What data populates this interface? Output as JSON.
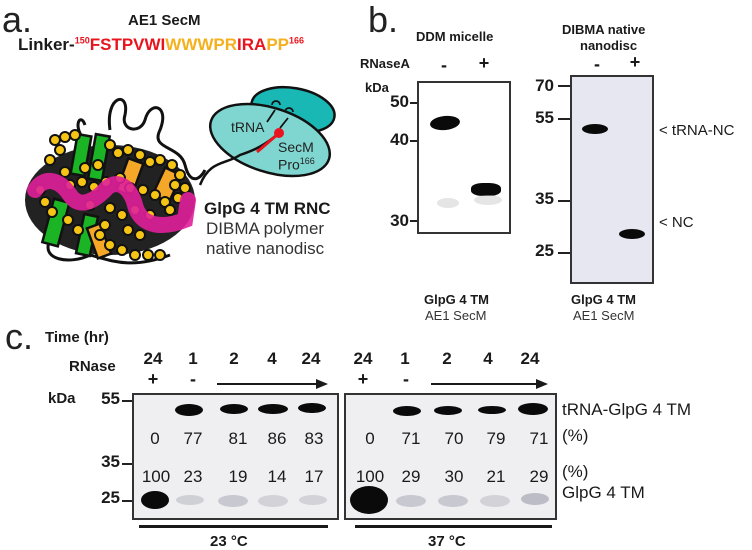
{
  "panel_a": {
    "label": "a.",
    "title": "AE1 SecM",
    "sequence": {
      "prefix": "Linker-",
      "start_num": "150",
      "segments": [
        {
          "text": "FSTPVWI",
          "color": "#e8141e"
        },
        {
          "text": "WWWPR",
          "color": "#f5b01e"
        },
        {
          "text": "IRA",
          "color": "#e8141e"
        },
        {
          "text": "PP",
          "color": "#f5b01e"
        }
      ],
      "end_num": "166"
    },
    "ribosome": {
      "trna_label": "tRNA",
      "secm_label": "SecM",
      "pro_label": "Pro",
      "pro_num": "166"
    },
    "caption": {
      "line1": "GlpG 4 TM RNC",
      "line2": "DIBMA polymer",
      "line3": "native nanodisc"
    },
    "colors": {
      "ribosome": "#7fd6d0",
      "ribosome_small": "#1ab8b4",
      "lipid": "#f5c414",
      "helix_green": "#1ab424",
      "helix_orange": "#f5a828",
      "helix_magenta": "#e0209a",
      "nascent_red": "#e8141e"
    }
  },
  "panel_b": {
    "label": "b.",
    "ddm": {
      "title": "DDM micelle",
      "rnase_label": "RNaseA",
      "kda_label": "kDa",
      "lanes": [
        "-",
        "+"
      ],
      "markers": [
        "50",
        "40",
        "30"
      ],
      "caption_line1": "GlpG 4 TM",
      "caption_line2": "AE1 SecM"
    },
    "dibma": {
      "title_line1": "DIBMA native",
      "title_line2": "nanodisc",
      "lanes": [
        "-",
        "+"
      ],
      "markers": [
        "70",
        "55",
        "35",
        "25"
      ],
      "band_labels": [
        "< tRNA-NC",
        "< NC"
      ],
      "caption_line1": "GlpG 4 TM",
      "caption_line2": "AE1 SecM"
    }
  },
  "panel_c": {
    "label": "c.",
    "time_label": "Time (hr)",
    "rnase_label": "RNase",
    "kda_label": "kDa",
    "markers": [
      "55",
      "35",
      "25"
    ],
    "blots": [
      {
        "temperature": "23 °C",
        "times": [
          "24",
          "1",
          "2",
          "4",
          "24"
        ],
        "rnase": [
          "+",
          "-"
        ],
        "trna_pct": [
          "0",
          "77",
          "81",
          "86",
          "83"
        ],
        "nc_pct": [
          "100",
          "23",
          "19",
          "14",
          "17"
        ]
      },
      {
        "temperature": "37 °C",
        "times": [
          "24",
          "1",
          "2",
          "4",
          "24"
        ],
        "rnase": [
          "+",
          "-"
        ],
        "trna_pct": [
          "0",
          "71",
          "70",
          "79",
          "71"
        ],
        "nc_pct": [
          "100",
          "29",
          "30",
          "21",
          "29"
        ]
      }
    ],
    "side_labels": {
      "trna": "tRNA-GlpG 4 TM",
      "pct1": "(%)",
      "pct2": "(%)",
      "nc": "GlpG 4 TM"
    }
  }
}
